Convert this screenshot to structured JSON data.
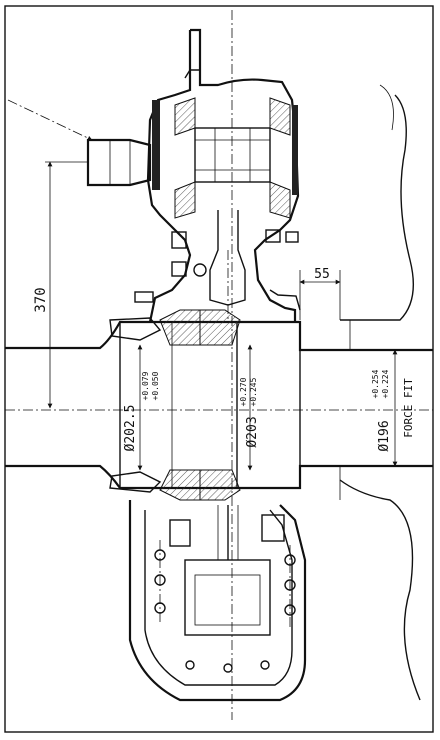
{
  "drawing": {
    "type": "engineering-section",
    "subject": "bearing housing and shaft cross-section",
    "dimensions": {
      "offset_vertical": "370",
      "offset_horizontal": "55",
      "bore_1_nominal": "Ø202.5",
      "bore_1_upper_tol": "+0.079",
      "bore_1_lower_tol": "+0.050",
      "bore_2_nominal": "Ø203",
      "bore_2_upper_tol": "+0.270",
      "bore_2_lower_tol": "+0.245",
      "bore_3_nominal": "Ø196",
      "bore_3_upper_tol": "+0.254",
      "bore_3_lower_tol": "+0.224",
      "fit_note": "FORCE FIT"
    }
  }
}
